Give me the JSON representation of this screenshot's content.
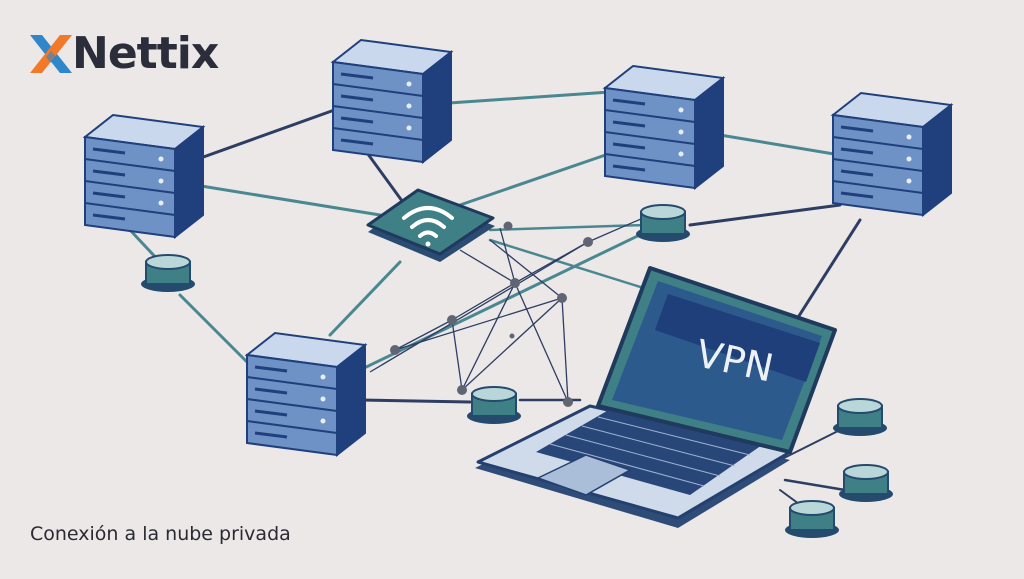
{
  "brand": {
    "name": "Nettix",
    "icon": "x-logo-icon",
    "colors": {
      "orange": "#f07a2a",
      "blue": "#2f86c9",
      "text": "#2b2d3a"
    }
  },
  "caption": "Conexión a la nube privada",
  "laptop": {
    "screen_text": "VPN"
  },
  "colors": {
    "background": "#ebe8e7",
    "server_front": "#6f93c6",
    "server_top": "#c6d6ea",
    "server_side": "#1f3f7d",
    "teal": "#3f7f86",
    "link_line": "#4a8790",
    "dark_line": "#2e3d63"
  }
}
